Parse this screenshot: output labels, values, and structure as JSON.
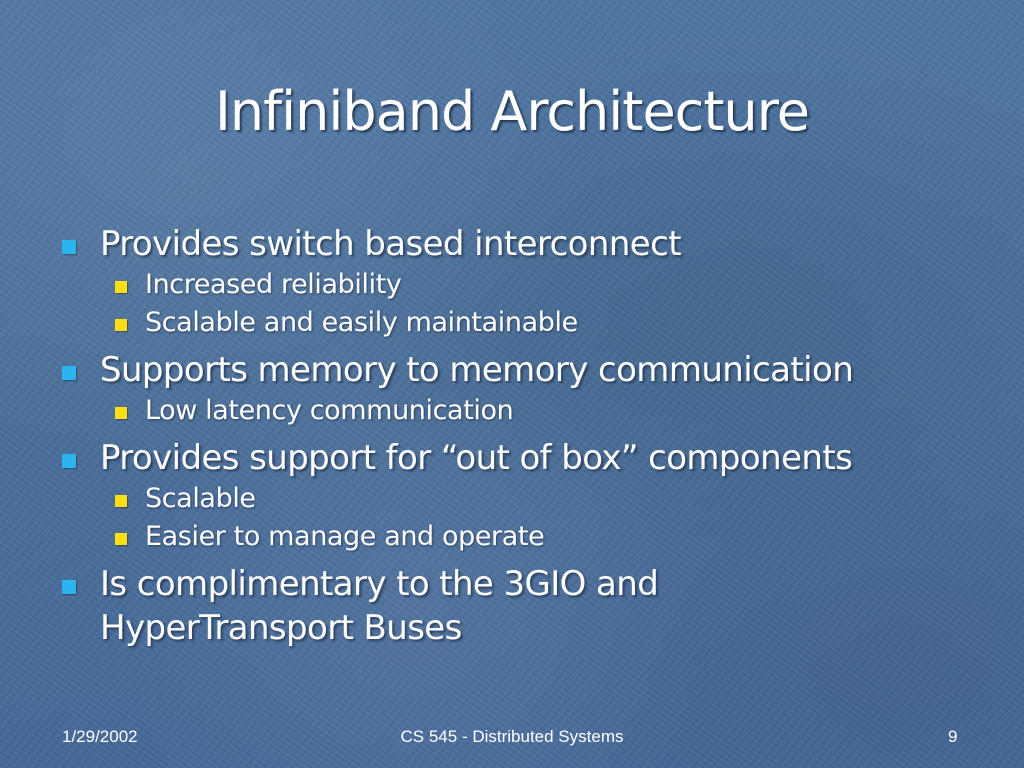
{
  "slide": {
    "title": "Infiniband Architecture",
    "bullets": [
      {
        "text": "Provides switch based interconnect",
        "sub": [
          "Increased reliability",
          "Scalable and easily maintainable"
        ]
      },
      {
        "text": "Supports memory to memory communication",
        "sub": [
          "Low latency communication"
        ]
      },
      {
        "text": "Provides support for “out of box” components",
        "sub": [
          "Scalable",
          "Easier to manage and operate"
        ]
      },
      {
        "text": "Is complimentary to the 3GIO and HyperTransport Buses",
        "sub": []
      }
    ]
  },
  "footer": {
    "date": "1/29/2002",
    "course": "CS 545 - Distributed Systems",
    "page": "9"
  },
  "colors": {
    "background": "#4a6f9a",
    "primary_bullet": "#2cb4ee",
    "secondary_bullet": "#ffde14",
    "text": "#ffffff"
  },
  "icons": {
    "primary_bullet": "square-bullet-icon",
    "secondary_bullet": "square-bullet-icon"
  }
}
